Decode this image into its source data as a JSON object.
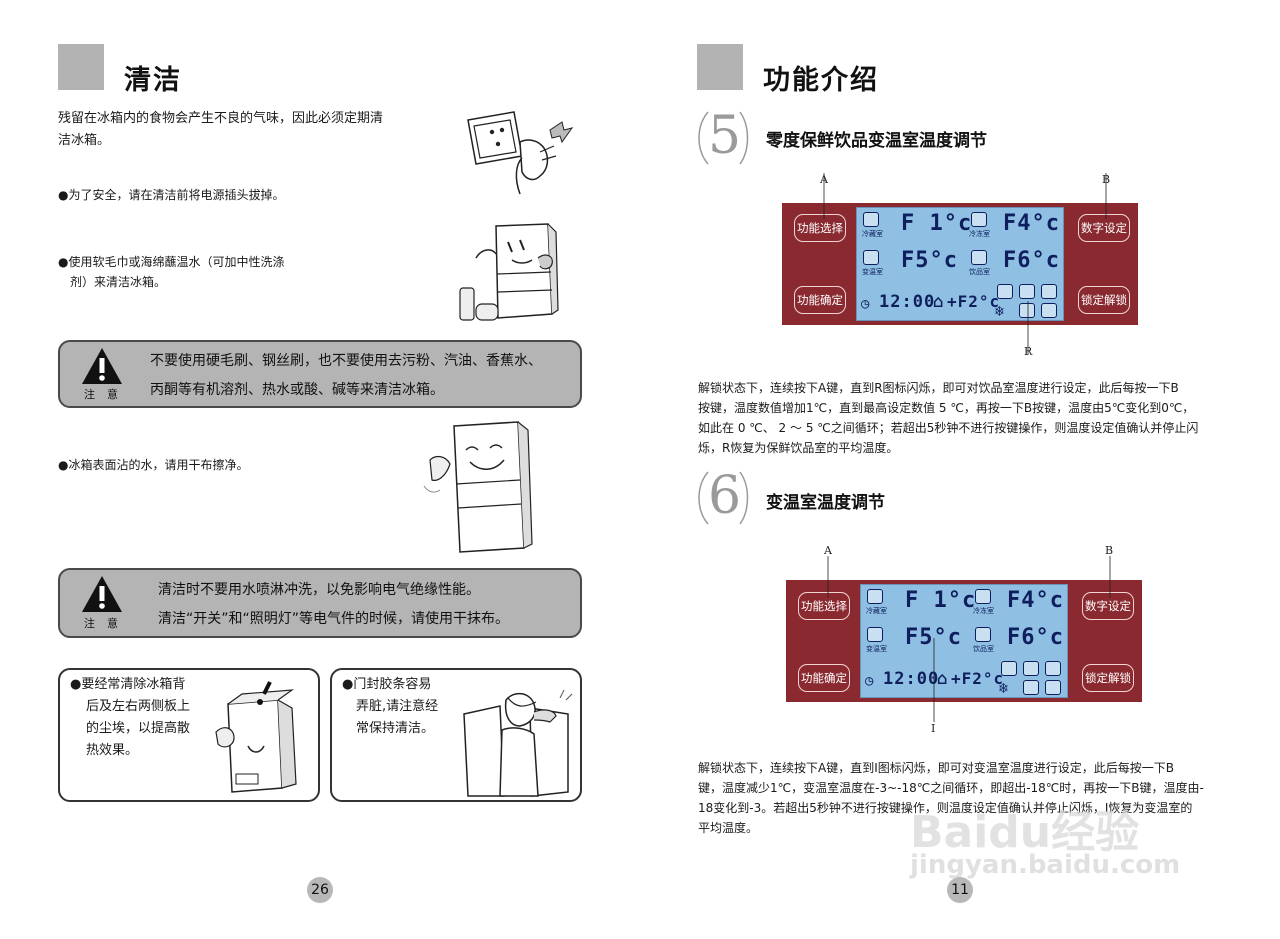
{
  "left": {
    "title": "清洁",
    "intro_line1": "残留在冰箱内的食物会产生不良的气味，因此必须定期清",
    "intro_line2": "洁冰箱。",
    "bullet1": "●为了安全，请在清洁前将电源插头拔掉。",
    "bullet2_line1": "●使用软毛巾或海绵蘸温水（可加中性洗涤",
    "bullet2_line2": "剂）来清洁冰箱。",
    "warning1": {
      "line1": "不要使用硬毛刷、钢丝刷，也不要使用去污粉、汽油、香蕉水、",
      "line2": "丙酮等有机溶剂、热水或酸、碱等来清洁冰箱。",
      "label": "注意"
    },
    "bullet3": "●冰箱表面沾的水，请用干布擦净。",
    "warning2": {
      "line1": "清洁时不要用水喷淋冲洗，以免影响电气绝缘性能。",
      "line2": "清洁“开关”和“照明灯”等电气件的时候，请使用干抹布。",
      "label": "注意"
    },
    "tip1": {
      "line1": "●要经常清除冰箱背",
      "line2": "后及左右两侧板上",
      "line3": "的尘埃，以提高散",
      "line4": "热效果。"
    },
    "tip2": {
      "line1": "●门封胶条容易",
      "line2": "弄脏,请注意经",
      "line3": "常保持清洁。"
    },
    "page_number": "26"
  },
  "right": {
    "title": "功能介绍",
    "section5": {
      "number": "5",
      "title": "零度保鲜饮品变温室温度调节",
      "label_a": "A",
      "label_b": "B",
      "label_r": "R",
      "body": [
        "解锁状态下，连续按下A键，直到R图标闪烁，即可对饮品室温度进行设定，此后每按一下B",
        "按键，温度数值增加1℃，直到最高设定数值 5 ℃，再按一下B按键，温度由5℃变化到0℃，",
        "如此在 0 ℃、 2 ～ 5 ℃之间循环；若超出5秒钟不进行按键操作，则温度设定值确认并停止闪",
        "烁，R恢复为保鲜饮品室的平均温度。"
      ]
    },
    "section6": {
      "number": "6",
      "title": "变温室温度调节",
      "label_a": "A",
      "label_b": "B",
      "label_i": "I",
      "body": [
        "解锁状态下，连续按下A键，直到I图标闪烁，即可对变温室温度进行设定，此后每按一下B",
        "键，温度减少1℃，变温室温度在-3~-18℃之间循环，即超出-18℃时，再按一下B键，温度由-",
        "18变化到-3。若超出5秒钟不进行按键操作，则温度设定值确认并停止闪烁，I恢复为变温室的",
        "平均温度。"
      ]
    },
    "panel": {
      "btn_function_select": "功能选择",
      "btn_digit_set": "数字设定",
      "btn_function_confirm": "功能确定",
      "btn_lock_unlock": "锁定解锁",
      "f1": "F 1°c",
      "f4": "F4°c",
      "f5": "F5°c",
      "f6": "F6°c",
      "clock": "12:00",
      "f2": "+F2°c",
      "label_fridge": "冷藏室",
      "label_freezer": "冷冻室",
      "label_variable": "变温室",
      "label_drinks": "饮品室"
    },
    "page_number": "11"
  },
  "watermark": {
    "brand": "Baidu经验",
    "url": "jingyan.baidu.com"
  }
}
